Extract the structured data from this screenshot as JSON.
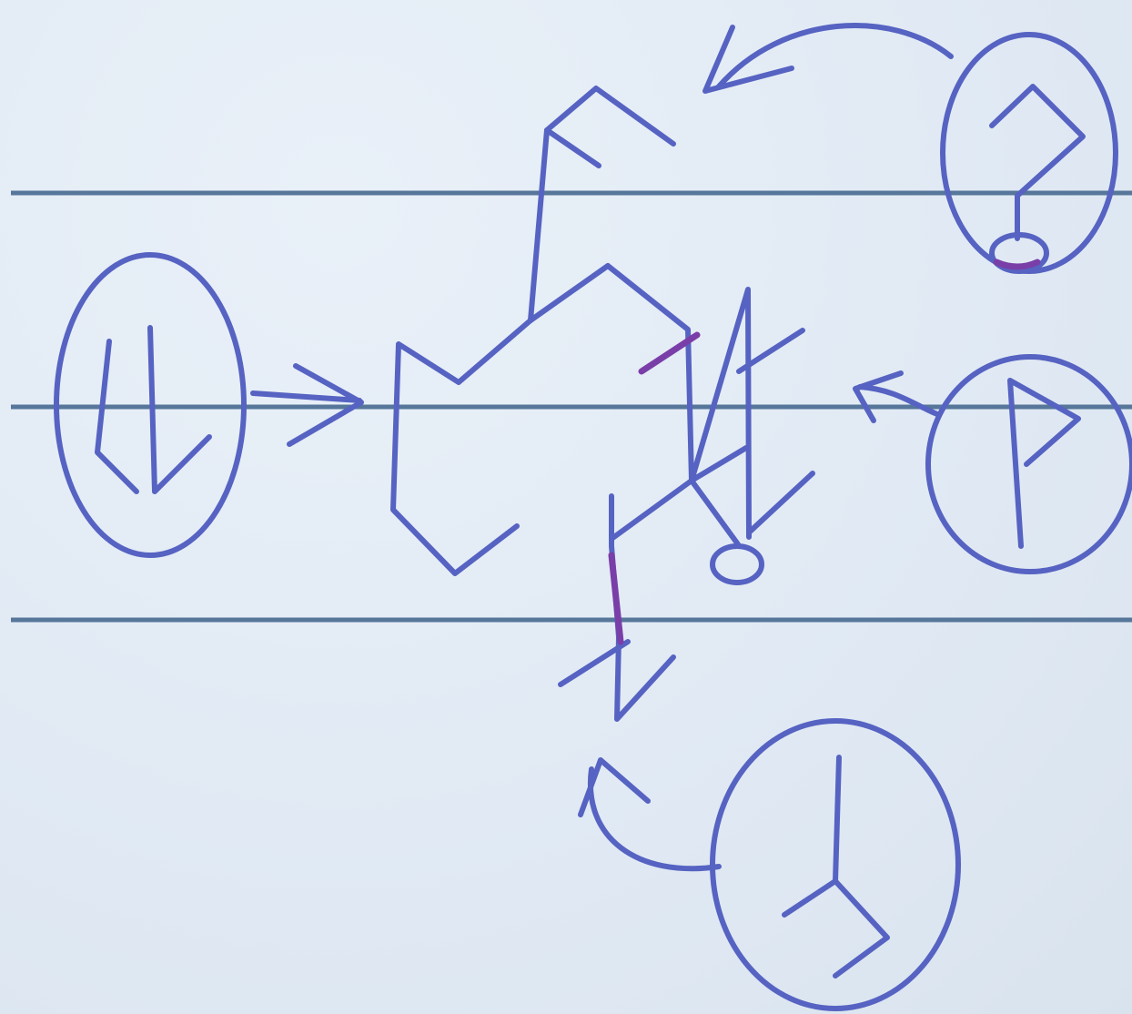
{
  "diagram": {
    "kind": "hand-drawn retrosynthesis sketch",
    "ink_color": "#5663c2",
    "accent_color": "#7a3ea8",
    "rule_color": "#56769a",
    "paper_color": "#e3ecf6",
    "fragments": [
      {
        "name": "left-fragment",
        "shape": "bent chain with downward arrow"
      },
      {
        "name": "top-right-fragment",
        "shape": "hook chain with small ring"
      },
      {
        "name": "right-fragment",
        "shape": "short branched chain"
      },
      {
        "name": "bottom-fragment",
        "shape": "Y-shaped branch"
      }
    ],
    "arrows": [
      {
        "from": "left-fragment",
        "to": "core-molecule"
      },
      {
        "from": "top-right-fragment",
        "to": "core-molecule"
      },
      {
        "from": "right-fragment",
        "to": "core-molecule"
      },
      {
        "from": "bottom-fragment",
        "to": "core-molecule"
      }
    ]
  }
}
